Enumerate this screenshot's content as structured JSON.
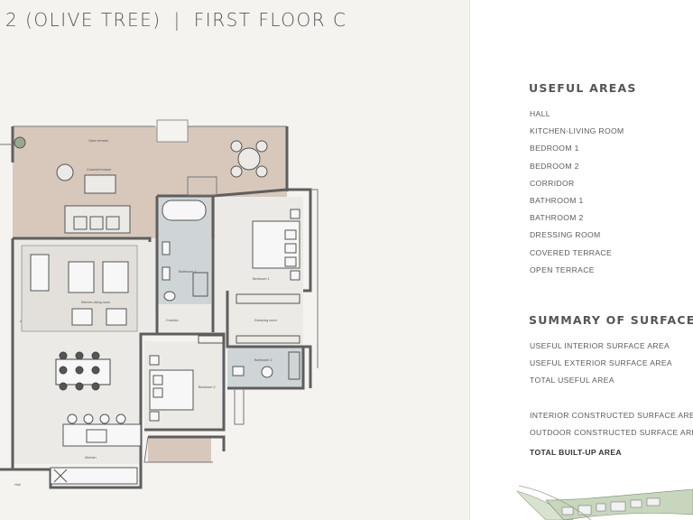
{
  "header": {
    "title_part_1": "2 (OLIVE TREE)",
    "separator": "|",
    "title_part_2": "FIRST FLOOR C"
  },
  "floorplan": {
    "room_labels": {
      "open_terrace": "Open terrace",
      "covered_terrace": "Covered terrace",
      "bathroom_1": "Bathroom 1",
      "bedroom_1": "Bedroom 1",
      "kitchen_living_room": "Kitchen-living room",
      "corridor": "Corridor",
      "dressing_room": "Dressing room",
      "bathroom_2": "Bathroom 2",
      "bedroom_2": "Bedroom 2",
      "kitchen": "Kitchen",
      "hall": "Hall"
    },
    "colors": {
      "terrace": "#d8c8bc",
      "bathroom": "#cfd5d7",
      "room": "#eceae6",
      "wall": "#5e5e5e"
    }
  },
  "useful_areas": {
    "heading": "USEFUL AREAS",
    "items": [
      "HALL",
      "KITCHEN-LIVING ROOM",
      "BEDROOM 1",
      "BEDROOM 2",
      "CORRIDOR",
      "BATHROOM 1",
      "BATHROOM 2",
      "DRESSING ROOM",
      "COVERED TERRACE",
      "OPEN TERRACE"
    ]
  },
  "summary": {
    "heading": "SUMMARY OF SURFACES",
    "items": [
      "USEFUL INTERIOR SURFACE AREA",
      "USEFUL EXTERIOR SURFACE AREA",
      "TOTAL USEFUL AREA"
    ],
    "constructed_items": [
      "INTERIOR CONSTRUCTED SURFACE AREA",
      "OUTDOOR CONSTRUCTED SURFACE AREA"
    ],
    "total_label": "TOTAL BUILT-UP AREA"
  }
}
